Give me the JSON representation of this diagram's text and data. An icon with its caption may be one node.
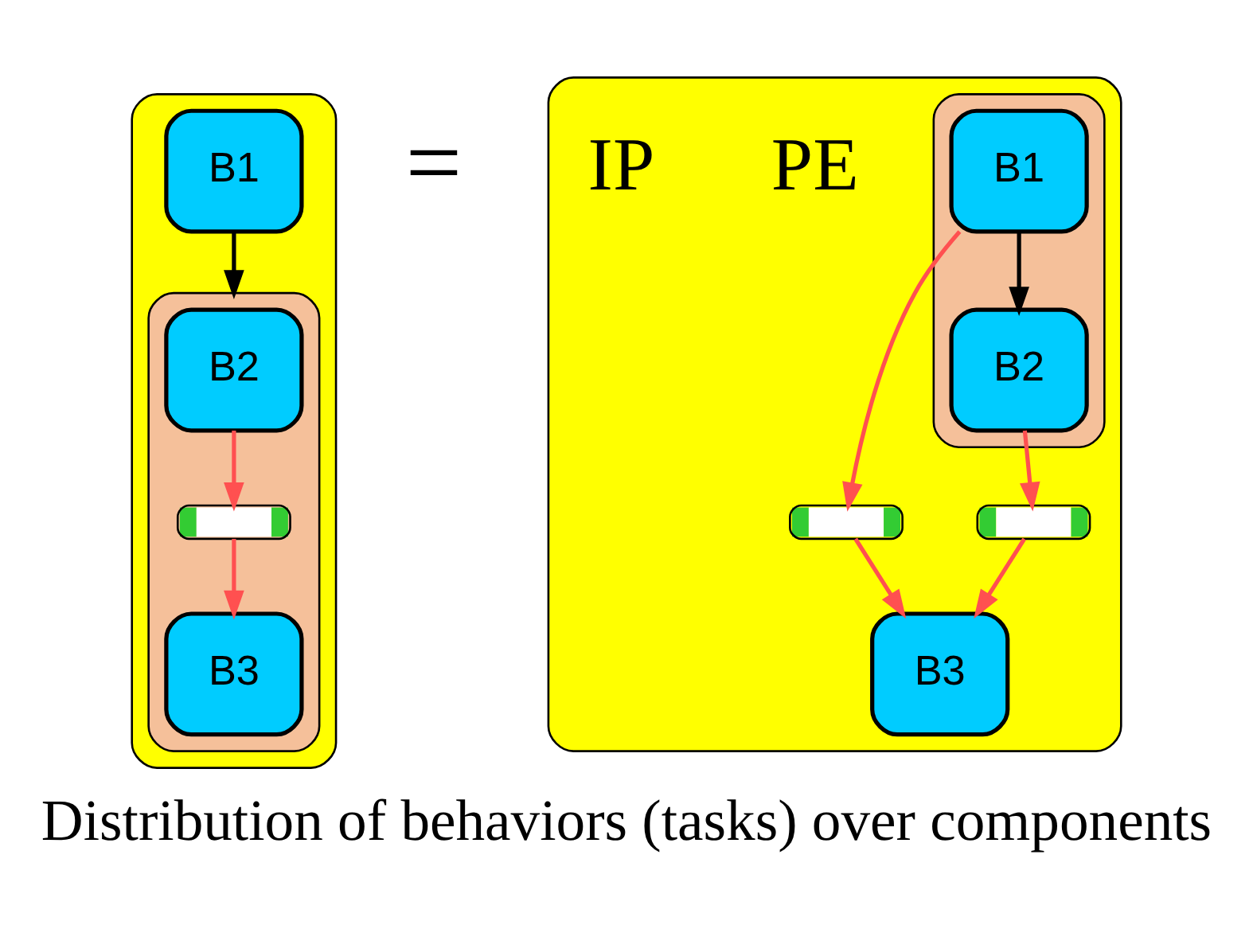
{
  "diagram": {
    "caption": "Distribution of behaviors (tasks) over components",
    "nodes": [
      {
        "text": [],
        "shape": "box"
      },
      {
        "text": [
          "B1"
        ],
        "in": 0
      },
      {
        "text": [],
        "shape": "box",
        "in": 0
      },
      {
        "text": [
          "B2"
        ],
        "in": 2
      },
      {
        "text": [],
        "shape": "capsule",
        "in": 2
      },
      {
        "text": [
          "B3"
        ],
        "in": 2
      },
      {
        "text": [],
        "shape": "box"
      },
      {
        "text": [],
        "shape": "box",
        "in": 6
      },
      {
        "text": [
          "B1"
        ],
        "in": 7
      },
      {
        "text": [
          "B2"
        ],
        "in": 7
      },
      {
        "text": [],
        "shape": "capsule",
        "in": 6
      },
      {
        "text": [],
        "shape": "capsule",
        "in": 6
      },
      {
        "text": [
          "B3"
        ],
        "in": 6
      }
    ],
    "edges": [
      {
        "from": 1,
        "to": 2,
        "arrow": "to",
        "color": "#000000"
      },
      {
        "from": 3,
        "to": 4,
        "arrow": "to"
      },
      {
        "from": 4,
        "to": 5,
        "arrow": "to"
      },
      {
        "from": 8,
        "to": 9,
        "arrow": "to",
        "color": "#000000"
      },
      {
        "from": 8,
        "to": 10,
        "arrow": "to"
      },
      {
        "from": 10,
        "to": 12,
        "arrow": "to"
      },
      {
        "from": 9,
        "to": 11,
        "arrow": "to"
      },
      {
        "from": 11,
        "to": 12,
        "arrow": "to"
      }
    ],
    "labels": [
      "=",
      "PE",
      "IP"
    ]
  }
}
